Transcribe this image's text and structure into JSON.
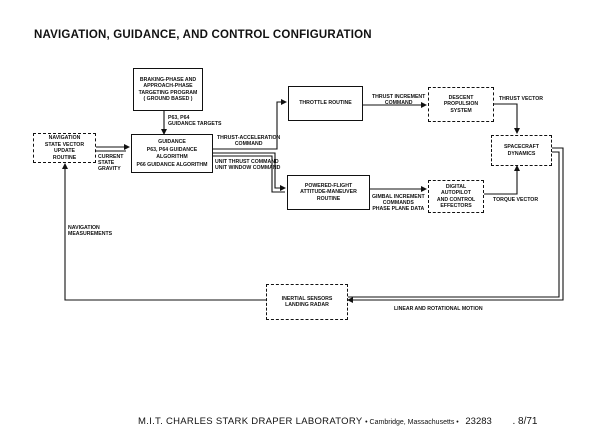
{
  "title": "NAVIGATION, GUIDANCE, AND CONTROL CONFIGURATION",
  "boxes": {
    "targeting": [
      "BRAKING-PHASE AND",
      "APPROACH-PHASE",
      "TARGETING PROGRAM",
      "( GROUND BASED )"
    ],
    "navigation": [
      "NAVIGATION",
      "STATE VECTOR UPDATE",
      "ROUTINE"
    ],
    "guidance": [
      "GUIDANCE",
      "P63, P64 GUIDANCE ALGORITHM",
      "P66 GUIDANCE ALGORITHM"
    ],
    "throttle": [
      "THROTTLE ROUTINE"
    ],
    "descent": [
      "DESCENT",
      "PROPULSION",
      "SYSTEM"
    ],
    "powered": [
      "POWERED-FLIGHT",
      "ATTITUDE-MANEUVER",
      "ROUTINE"
    ],
    "autopilot": [
      "DIGITAL",
      "AUTOPILOT",
      "AND CONTROL",
      "EFFECTORS"
    ],
    "dynamics": [
      "SPACECRAFT",
      "DYNAMICS"
    ],
    "sensors": [
      "INERTIAL SENSORS",
      "LANDING RADAR"
    ]
  },
  "labels": {
    "p63_targets": [
      "P63, P64",
      "GUIDANCE TARGETS"
    ],
    "current_state": [
      "CURRENT",
      "STATE",
      "GRAVITY"
    ],
    "thrust_accel": [
      "THRUST-ACCELERATION",
      "COMMAND"
    ],
    "unit_thrust": [
      "UNIT THRUST COMMAND",
      "UNIT WINDOW COMMAND"
    ],
    "thrust_increment": [
      "THRUST INCREMENT",
      "COMMAND"
    ],
    "thrust_vector": "THRUST VECTOR",
    "gimbal": [
      "GIMBAL INCREMENT",
      "COMMANDS",
      "PHASE PLANE DATA"
    ],
    "torque_vector": "TORQUE VECTOR",
    "nav_measurements": [
      "NAVIGATION",
      "MEASUREMENTS"
    ],
    "linear_rotational": "LINEAR AND ROTATIONAL MOTION"
  },
  "footer": {
    "institution": "M.I.T. CHARLES STARK DRAPER LABORATORY",
    "location": "• Cambridge, Massachusetts •",
    "number": "23283",
    "date": ".  8/71"
  }
}
